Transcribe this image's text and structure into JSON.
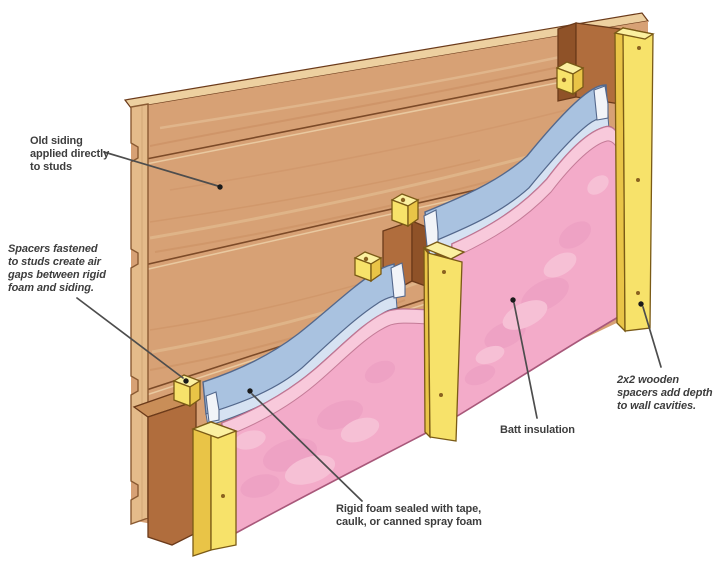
{
  "diagram": {
    "labels": {
      "old_siding": {
        "lines": [
          "Old siding",
          "applied directly",
          "to studs"
        ],
        "style": "normal"
      },
      "spacers_fastened": {
        "lines": [
          "Spacers fastened",
          "to studs create air",
          "gaps between rigid",
          "foam and siding."
        ],
        "style": "italic"
      },
      "rigid_foam": {
        "lines": [
          "Rigid foam sealed with tape,",
          "caulk, or canned spray foam"
        ],
        "style": "normal"
      },
      "batt_insulation": {
        "lines": [
          "Batt insulation"
        ],
        "style": "normal"
      },
      "wooden_spacers": {
        "lines": [
          "2x2 wooden",
          "spacers add depth",
          "to wall cavities."
        ],
        "style": "italic"
      }
    },
    "parts": [
      {
        "name": "old siding boards",
        "color": "#d7a175"
      },
      {
        "name": "wood studs",
        "color": "#b06d3d"
      },
      {
        "name": "2x2 wooden spacers",
        "color": "#f7e26a"
      },
      {
        "name": "spacer blocks",
        "color": "#f2d858"
      },
      {
        "name": "rigid foam",
        "color": "#a9c2e0"
      },
      {
        "name": "batt insulation",
        "color": "#f3abc9"
      }
    ],
    "colors": {
      "siding": "#d7a175",
      "siding_top": "#edd0a0",
      "siding_edge": "#e4bb8a",
      "board_line": "#7c4a28",
      "stud": "#b06d3d",
      "stud_dark": "#8f5228",
      "stud_top": "#c98e58",
      "spacer_front": "#f7e26a",
      "spacer_side": "#e9c447",
      "spacer_top": "#fbf0a0",
      "foam": "#a9c2e0",
      "foam_lip": "#d6e2f2",
      "foam_edge": "#f2f4f8",
      "batt": "#f3abc9",
      "batt_top": "#f8c9db",
      "batt_outline": "#a8587a",
      "leader": "#4d4d4d",
      "text": "#3d3d3d"
    }
  }
}
